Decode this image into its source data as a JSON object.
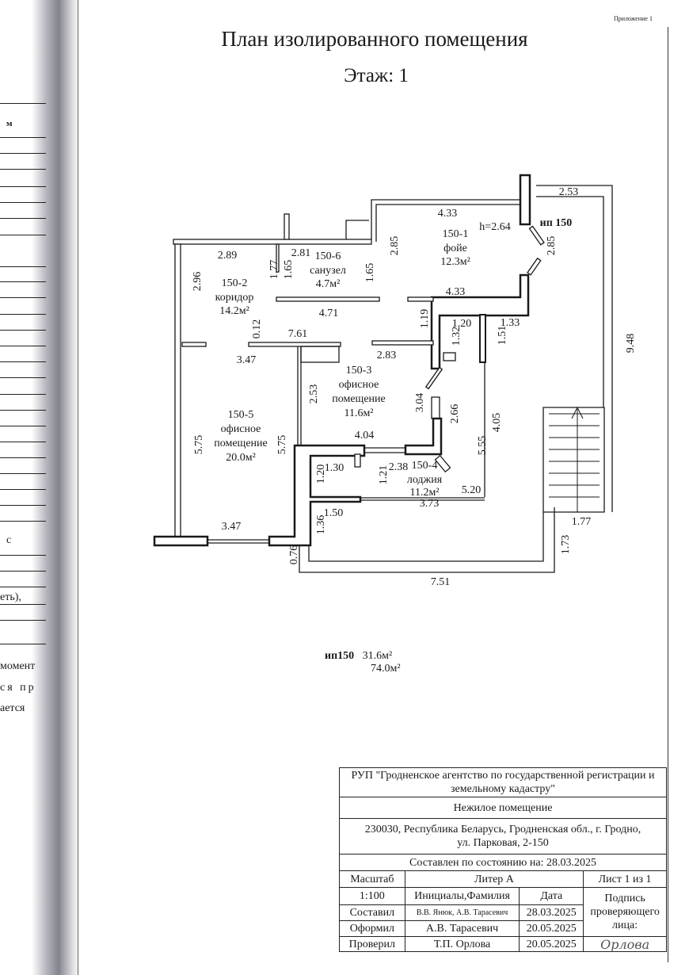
{
  "appendix_label": "Приложение 1",
  "title": "План изолированного помещения",
  "floor_label": "Этаж: 1",
  "left_fragments": [
    "м",
    "с",
    "еть),",
    "момент",
    "ся  пр",
    "ается"
  ],
  "plan": {
    "unit_id": "ип 150",
    "height": "h=2.64",
    "rooms": [
      {
        "id": "150-1",
        "name": "фойе",
        "area": "12.3м²"
      },
      {
        "id": "150-2",
        "name": "коридор",
        "area": "14.2м²"
      },
      {
        "id": "150-3",
        "name": "офисное",
        "name2": "помещение",
        "area": "11.6м²"
      },
      {
        "id": "150-4",
        "name": "лоджия",
        "area": "11.2м²"
      },
      {
        "id": "150-5",
        "name": "офисное",
        "name2": "помещение",
        "area": "20.0м²"
      },
      {
        "id": "150-6",
        "name": "санузел",
        "area": "4.7м²"
      }
    ],
    "dims": [
      "2.53",
      "4.33",
      "2.85",
      "2.85",
      "2.89",
      "2.81",
      "1.77",
      "1.65",
      "1.65",
      "2.96",
      "4.71",
      "4.33",
      "1.19",
      "1.20",
      "1.33",
      "0.12",
      "7.61",
      "1.32",
      "1.51",
      "9.48",
      "2.83",
      "3.47",
      "2.53",
      "3.04",
      "2.66",
      "5.75",
      "5.75",
      "4.04",
      "5.55",
      "4.05",
      "1.30",
      "2.38",
      "1.20",
      "1.21",
      "5.20",
      "3.73",
      "1.50",
      "1.77",
      "3.47",
      "1.36",
      "1.73",
      "0.76",
      "7.51"
    ]
  },
  "summary": {
    "unit": "ип150",
    "area1": "31.6м²",
    "area2": "74.0м²"
  },
  "stamp": {
    "org": "РУП \"Гродненское агентство по государственной регистрации и земельному кадастру\"",
    "object_type": "Нежилое помещение",
    "address_line1": "230030, Республика Беларусь, Гродненская обл., г. Гродно,",
    "address_line2": "ул. Парковая, 2-150",
    "as_of": "Составлен по состоянию на: 28.03.2025",
    "scale_label": "Масштаб",
    "liter": "Литер А",
    "sheet": "Лист 1 из 1",
    "scale": "1:100",
    "initials_header": "Инициалы,Фамилия",
    "date_header": "Дата",
    "signature_label": "Подпись проверяющего лица:",
    "rows": [
      {
        "role": "Составил",
        "name": "В.В. Янюк, А.В. Тарасевич",
        "date": "28.03.2025"
      },
      {
        "role": "Оформил",
        "name": "А.В. Тарасевич",
        "date": "20.05.2025"
      },
      {
        "role": "Проверил",
        "name": "Т.П. Орлова",
        "date": "20.05.2025"
      }
    ],
    "signature": "Орлова"
  }
}
